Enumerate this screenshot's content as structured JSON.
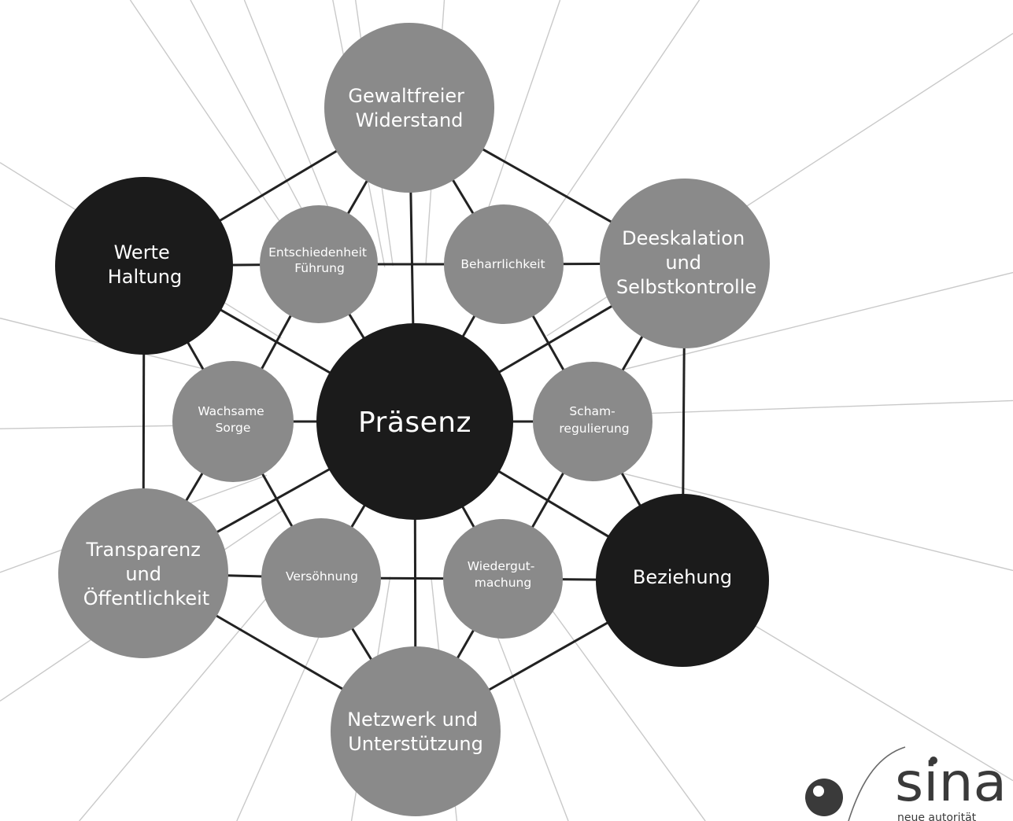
{
  "colors": {
    "background": "#ffffff",
    "dark_node": "#1b1b1b",
    "gray_node": "#8a8a8a",
    "edge": "#222222",
    "ray": "#c9c9c9",
    "label": "#ffffff"
  },
  "nodes": {
    "center": {
      "lines": [
        "Präsenz"
      ],
      "tone": "dark"
    },
    "gewaltfreier_widerstand": {
      "lines": [
        "Gewaltfreier",
        "Widerstand"
      ],
      "tone": "gray"
    },
    "deeskalation": {
      "lines": [
        "Deeskalation",
        "und",
        "Selbstkontrolle"
      ],
      "tone": "gray"
    },
    "beziehung": {
      "lines": [
        "Beziehung"
      ],
      "tone": "dark"
    },
    "netzwerk": {
      "lines": [
        "Netzwerk und",
        "Unterstützung"
      ],
      "tone": "gray"
    },
    "transparenz": {
      "lines": [
        "Transparenz",
        "und",
        "Öffentlichkeit"
      ],
      "tone": "gray"
    },
    "werte_haltung": {
      "lines": [
        "Werte",
        "Haltung"
      ],
      "tone": "dark"
    },
    "entschiedenheit": {
      "lines": [
        "Entschiedenheit",
        "Führung"
      ],
      "tone": "gray"
    },
    "beharrlichkeit": {
      "lines": [
        "Beharrlichkeit"
      ],
      "tone": "gray"
    },
    "schamregulierung": {
      "lines": [
        "Scham-",
        "regulierung"
      ],
      "tone": "gray"
    },
    "wiedergutmachung": {
      "lines": [
        "Wiedergut-",
        "machung"
      ],
      "tone": "gray"
    },
    "versoehnung": {
      "lines": [
        "Versöhnung"
      ],
      "tone": "gray"
    },
    "wachsame_sorge": {
      "lines": [
        "Wachsame",
        "Sorge"
      ],
      "tone": "gray"
    }
  },
  "logo": {
    "wordmark": "sina",
    "tagline": "neue autorität"
  }
}
